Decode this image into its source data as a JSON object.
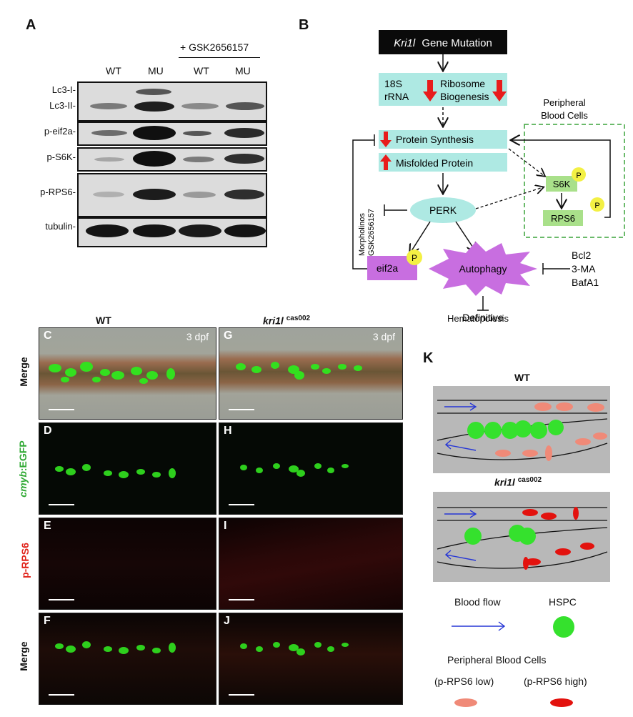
{
  "panel_a": {
    "label": "A",
    "treatment": "+ GSK2656157",
    "columns": [
      "WT",
      "MU",
      "WT",
      "MU"
    ],
    "rows": [
      {
        "label_top": "Lc3-I-",
        "label_bottom": "Lc3-II-"
      },
      {
        "label": "p-eif2a-"
      },
      {
        "label": "p-S6K-"
      },
      {
        "label": "p-RPS6-"
      },
      {
        "label": "tubulin-"
      }
    ]
  },
  "panel_b": {
    "label": "B",
    "mutation_italic": "Kri1l",
    "mutation_rest": "Gene Mutation",
    "rrna_line1": "18S",
    "rrna_line2": "rRNA",
    "ribo_line1": "Ribosome",
    "ribo_line2": "Biogenesis",
    "protein_synthesis": "Protein Synthesis",
    "misfolded": "Misfolded Protein",
    "perk": "PERK",
    "inhibitors_line1": "Morpholinos",
    "inhibitors_line2": "GSK2656157",
    "peripheral_line1": "Peripheral",
    "peripheral_line2": "Blood Cells",
    "s6k": "S6K",
    "rps6": "RPS6",
    "phospho": "P",
    "eif2a": "eif2a",
    "autophagy": "Autophagy",
    "auto_inh_1": "Bcl2",
    "auto_inh_2": "3-MA",
    "auto_inh_3": "BafA1",
    "outcome_line1": "Definitive",
    "outcome_line2": "Hematopoiesis"
  },
  "panels_micro": {
    "col_wt": "WT",
    "col_mu_italic": "kri1l",
    "col_mu_sup": "cas002",
    "dpf": "3 dpf",
    "row_labels": {
      "merge": "Merge",
      "cmyb_italic": "cmyb",
      "cmyb_rest": ":EGFP",
      "prps6": "p-RPS6"
    },
    "tags": [
      "C",
      "D",
      "E",
      "F",
      "G",
      "H",
      "I",
      "J"
    ]
  },
  "panel_k": {
    "label": "K",
    "wt_title": "WT",
    "mu_title_italic": "kri1l",
    "mu_title_sup": "cas002",
    "legend_blood_flow": "Blood flow",
    "legend_hspc": "HSPC",
    "legend_pbc": "Peripheral Blood Cells",
    "legend_low": "(p-RPS6 low)",
    "legend_high": "(p-RPS6 high)"
  },
  "colors": {
    "teal_box": "#aee9e3",
    "purple": "#c86ee0",
    "green_box": "#a9e08a",
    "yellow_p": "#f3f044",
    "arrow_red": "#e81c1c",
    "egfp": "#3bdc2a",
    "prps6_low": "#f08a78",
    "prps6_high": "#e3120e"
  }
}
